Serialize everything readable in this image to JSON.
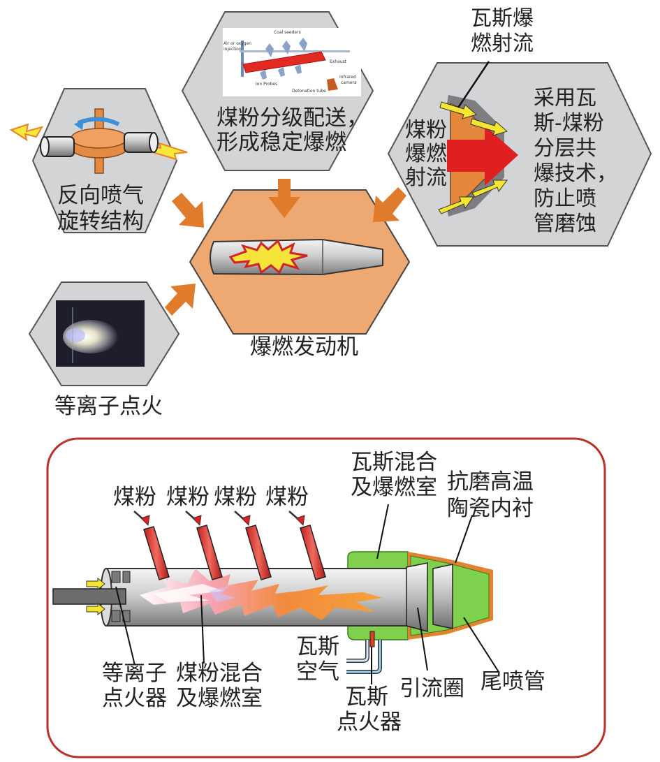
{
  "top": {
    "hex_rotation": {
      "line1": "反向喷气",
      "line2": "旋转结构"
    },
    "hex_staged": {
      "line1": "煤粉分级配送，",
      "line2": "形成稳定爆燃"
    },
    "staged_image": {
      "air_oxygen": "Air or oxygen",
      "injection": "injection",
      "coal_seeders": "Coal seeders",
      "exhaust": "Exhaust",
      "ion_probes": "Ion Probes",
      "detonation_tube": "Detonation tube",
      "infrared": "Infrared",
      "camera": "camera"
    },
    "gas_jet_title": {
      "line1": "瓦斯爆",
      "line2": "燃射流"
    },
    "coal_jet": {
      "line1": "煤粉",
      "line2": "爆燃",
      "line3": "射流"
    },
    "hex_cofire": {
      "line1": "采用瓦",
      "line2": "斯-煤粉",
      "line3": "分层共",
      "line4": "爆技术，",
      "line5": "防止喷",
      "line6": "管磨蚀"
    },
    "center_label": "爆燃发动机",
    "plasma_label": "等离子点火"
  },
  "bottom": {
    "coal_labels": [
      "煤粉",
      "煤粉",
      "煤粉",
      "煤粉"
    ],
    "gas_chamber": {
      "line1": "瓦斯混合",
      "line2": "及爆燃室"
    },
    "liner": {
      "line1": "抗磨高温",
      "line2": "陶瓷内衬"
    },
    "plasma_igniter": {
      "line1": "等离子",
      "line2": "点火器"
    },
    "coal_chamber": {
      "line1": "煤粉混合",
      "line2": "及爆燃室"
    },
    "gas_air": {
      "line1": "瓦斯",
      "line2": "空气"
    },
    "gas_igniter": {
      "line1": "瓦斯",
      "line2": "点火器"
    },
    "guide_ring": "引流圈",
    "nozzle": "尾喷管"
  },
  "colors": {
    "hex_gray": "#d2d4d6",
    "hex_orange": "#eda971",
    "arrow_orange": "#e07b2c",
    "frame_red": "#b5312a",
    "chamber_green": "#7ed04d"
  }
}
